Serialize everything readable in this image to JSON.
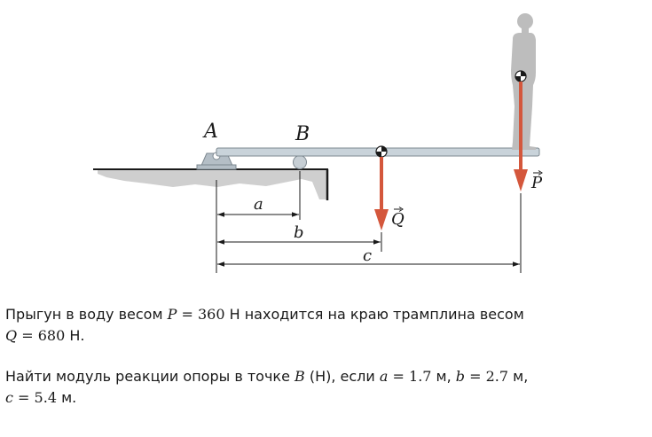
{
  "figure": {
    "labels": {
      "point_a": "A",
      "point_b": "B",
      "force_q": "Q",
      "force_p": "P",
      "dim_a": "a",
      "dim_b": "b",
      "dim_c": "c"
    },
    "colors": {
      "force_arrow": "#d4573c",
      "board": "#c9d3da",
      "shadow": "#cfcfcf",
      "person": "#bdbdbd",
      "ink": "#1a1a1a"
    }
  },
  "problem": {
    "line1": {
      "t1": "Прыгун в воду весом ",
      "v1": "P",
      "t2": " = ",
      "v2": "360",
      "t3": " Н находится на краю трамплина весом"
    },
    "line2": {
      "v1": "Q",
      "t1": " = ",
      "v2": "680",
      "t2": " Н."
    },
    "line3": {
      "t1": "Найти модуль реакции опоры в точке ",
      "v1": "B",
      "t2": " (Н), если ",
      "v2": "a",
      "t3": " = ",
      "v3": "1.7",
      "t4": " м, ",
      "v4": "b",
      "t5": " = ",
      "v5": "2.7",
      "t6": " м,"
    },
    "line4": {
      "v1": "c",
      "t1": " = ",
      "v2": "5.4",
      "t2": " м."
    }
  }
}
